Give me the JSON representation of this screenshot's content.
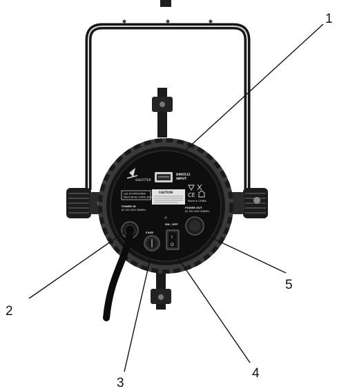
{
  "callouts": [
    {
      "id": "1",
      "label": "1"
    },
    {
      "id": "2",
      "label": "2"
    },
    {
      "id": "3",
      "label": "3"
    },
    {
      "id": "4",
      "label": "4"
    },
    {
      "id": "5",
      "label": "5"
    }
  ],
  "panel": {
    "brand": "SAGITTER",
    "dmx_in": "DMX512",
    "dmx_in_sub": "INPUT",
    "model_line1": "Led ZOOM100NW",
    "model_line2": "Warmwhite 100W 3in1",
    "caution": "CAUTION",
    "power_in": "POWER IN",
    "power_in_sub": "AC 100-240V 50/60Hz",
    "fuse": "FUSE",
    "on_off": "ON / OFF",
    "power_out": "POWER OUT",
    "power_out_sub": "AC 100-240V 50/60Hz",
    "ce": "CE",
    "made_in": "Made in CHINA",
    "switch_on": "I",
    "switch_off": "O"
  }
}
